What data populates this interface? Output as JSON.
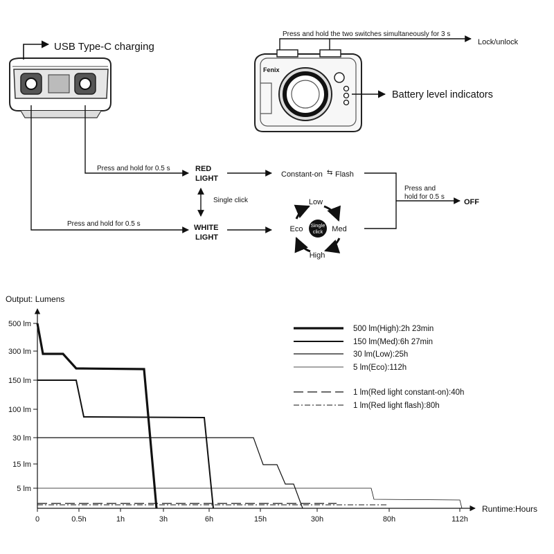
{
  "diagram": {
    "usb_label": "USB Type-C charging",
    "lock_label": "Press and hold the two switches simultaneously for 3 s",
    "lock_result": "Lock/unlock",
    "battery_label": "Battery level indicators",
    "brand_logo": "Fenix",
    "red_press": "Press and hold for 0.5 s",
    "red_light_line1": "RED",
    "red_light_line2": "LIGHT",
    "constant_on": "Constant-on",
    "flash": "Flash",
    "single_click": "Single click",
    "white_press": "Press and hold for 0.5 s",
    "white_light_line1": "WHITE",
    "white_light_line2": "LIGHT",
    "off_press_line1": "Press and",
    "off_press_line2": "hold for 0.5 s",
    "off_label": "OFF",
    "mode_low": "Low",
    "mode_med": "Med",
    "mode_high": "High",
    "mode_eco": "Eco",
    "center_line1": "Single",
    "center_line2": "click"
  },
  "chart_data": {
    "type": "line",
    "ylabel": "Output: Lumens",
    "xlabel": "Runtime:Hours",
    "y_ticks": [
      "500 lm",
      "300 lm",
      "150 lm",
      "100 lm",
      "30 lm",
      "15 lm",
      "5 lm"
    ],
    "x_ticks": [
      "0",
      "0.5h",
      "1h",
      "3h",
      "6h",
      "15h",
      "30h",
      "80h",
      "112h"
    ],
    "series": [
      {
        "name": "500 lm(High):2h 23min",
        "style": "thick",
        "points": [
          [
            "0",
            500
          ],
          [
            "0.08h",
            300
          ],
          [
            "0.4h",
            300
          ],
          [
            "0.5h",
            180
          ],
          [
            "2h 23min",
            180
          ],
          [
            "2h 23min",
            0
          ]
        ]
      },
      {
        "name": "150 lm(Med):6h 27min",
        "style": "medium",
        "points": [
          [
            "0",
            150
          ],
          [
            "0.5h",
            150
          ],
          [
            "0.6h",
            70
          ],
          [
            "6h",
            70
          ],
          [
            "6h 27min",
            0
          ]
        ]
      },
      {
        "name": "30 lm(Low):25h",
        "style": "thin",
        "points": [
          [
            "0",
            30
          ],
          [
            "15h",
            30
          ],
          [
            "17h",
            14
          ],
          [
            "22h",
            14
          ],
          [
            "24h",
            8
          ],
          [
            "25h",
            0
          ]
        ]
      },
      {
        "name": "5 lm(Eco):112h",
        "style": "hair",
        "points": [
          [
            "0",
            5
          ],
          [
            "80h",
            5
          ],
          [
            "81h",
            2
          ],
          [
            "112h",
            2
          ]
        ]
      },
      {
        "name": "1 lm(Red light constant-on):40h",
        "style": "dashed",
        "points": [
          [
            "0",
            1
          ],
          [
            "40h",
            1
          ]
        ]
      },
      {
        "name": "1 lm(Red light flash):80h",
        "style": "dashdot",
        "points": [
          [
            "0",
            1
          ],
          [
            "80h",
            1
          ]
        ]
      }
    ],
    "grid": false,
    "legend": "top-right"
  }
}
